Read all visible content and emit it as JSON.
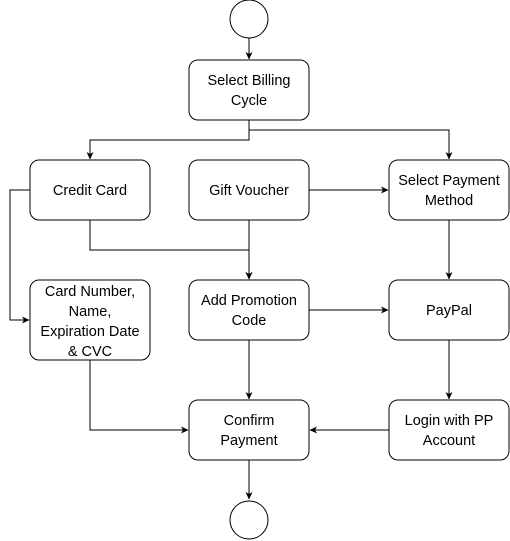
{
  "diagram": {
    "nodes": {
      "start": {
        "shape": "circle"
      },
      "select_billing_cycle": {
        "lines": [
          "Select Billing",
          "Cycle"
        ]
      },
      "credit_card": {
        "lines": [
          "Credit Card"
        ]
      },
      "gift_voucher": {
        "lines": [
          "Gift Voucher"
        ]
      },
      "select_payment_method": {
        "lines": [
          "Select Payment",
          "Method"
        ]
      },
      "card_details": {
        "lines": [
          "Card Number,",
          "Name,",
          "Expiration Date",
          "& CVC"
        ]
      },
      "add_promotion_code": {
        "lines": [
          "Add Promotion",
          "Code"
        ]
      },
      "paypal": {
        "lines": [
          "PayPal"
        ]
      },
      "confirm_payment": {
        "lines": [
          "Confirm",
          "Payment"
        ]
      },
      "login_with_pp_account": {
        "lines": [
          "Login with PP",
          "Account"
        ]
      },
      "end": {
        "shape": "circle"
      }
    },
    "edges": [
      {
        "from": "start",
        "to": "select_billing_cycle"
      },
      {
        "from": "select_billing_cycle",
        "to": "credit_card"
      },
      {
        "from": "select_billing_cycle",
        "to": "select_payment_method"
      },
      {
        "from": "credit_card",
        "to": "card_details"
      },
      {
        "from": "credit_card",
        "to": "add_promotion_code"
      },
      {
        "from": "gift_voucher",
        "to": "select_payment_method"
      },
      {
        "from": "gift_voucher",
        "to": "add_promotion_code"
      },
      {
        "from": "select_payment_method",
        "to": "paypal"
      },
      {
        "from": "add_promotion_code",
        "to": "paypal"
      },
      {
        "from": "add_promotion_code",
        "to": "confirm_payment"
      },
      {
        "from": "card_details",
        "to": "confirm_payment"
      },
      {
        "from": "paypal",
        "to": "login_with_pp_account"
      },
      {
        "from": "login_with_pp_account",
        "to": "confirm_payment"
      },
      {
        "from": "confirm_payment",
        "to": "end"
      }
    ]
  }
}
